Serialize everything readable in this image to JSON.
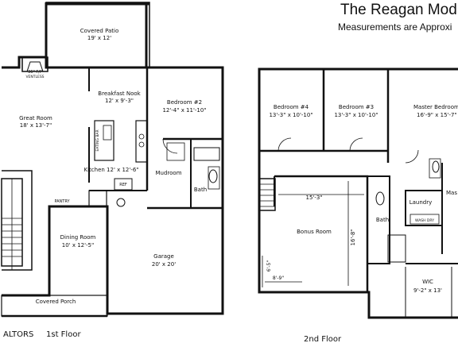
{
  "header": {
    "title": "The Reagan Mod",
    "subtitle": "Measurements are Approxi"
  },
  "floors": {
    "first_floor_label": "1st Floor",
    "second_floor_label": "2nd Floor",
    "watermark": "ALTORS"
  },
  "rooms_first": {
    "covered_patio": {
      "name": "Covered Patio",
      "dims": "19' x 12'"
    },
    "fireplace": {
      "name": "36\" F/P",
      "note": "VENTLESS"
    },
    "great_room": {
      "name": "Great Room",
      "dims": "18' x 13'-7\""
    },
    "breakfast_nook": {
      "name": "Breakfast Nook",
      "dims": "12' x 9'-3\""
    },
    "bedroom2": {
      "name": "Bedroom #2",
      "dims": "12'-4\" x 11'-10\""
    },
    "kitchen": {
      "name": "Kitchen 12' x 12'-6\""
    },
    "eating_bar": "EATING BAR",
    "ref": "REF",
    "pantry": "PANTRY",
    "mudroom": "Mudroom",
    "bath": "Bath",
    "dining_room": {
      "name": "Dining Room",
      "dims": "10' x 12'-5\""
    },
    "garage": {
      "name": "Garage",
      "dims": "20' x 20'"
    },
    "covered_porch": "Covered Porch"
  },
  "rooms_second": {
    "bedroom4": {
      "name": "Bedroom #4",
      "dims": "13'-3\" x 10'-10\""
    },
    "bedroom3": {
      "name": "Bedroom #3",
      "dims": "13'-3\" x 10'-10\""
    },
    "master_bedroom": {
      "name": "Master Bedroom",
      "dims": "16'-9\" x 15'-7\""
    },
    "bonus_room": "Bonus Room",
    "bonus_width": "15'-3\"",
    "bonus_depth": "16'-8\"",
    "bonus_step_h": "6'-5\"",
    "bonus_step_w": "8'-9\"",
    "bath": "Bath",
    "laundry": "Laundry",
    "wash_dry": "WASH DRY",
    "wic": {
      "name": "WIC",
      "dims": "9'-2\" x 13'"
    },
    "master_bath_cut": "Mas"
  }
}
